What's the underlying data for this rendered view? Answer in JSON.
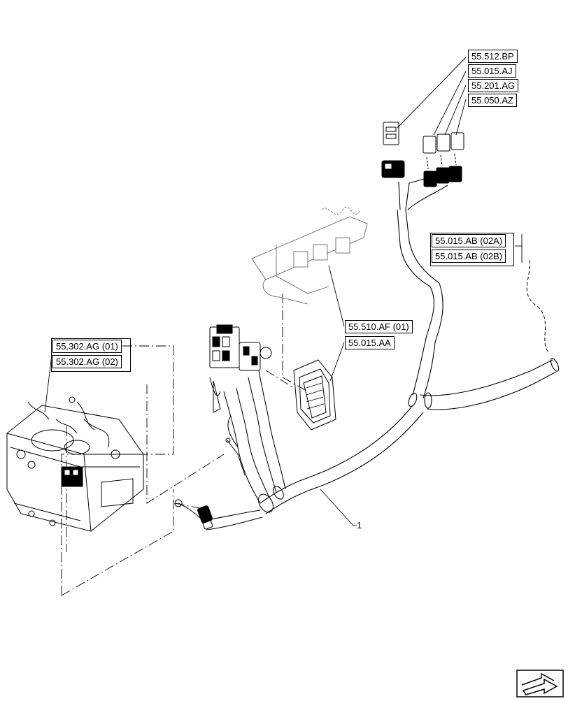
{
  "callouts": {
    "top_right": [
      "55.512.BP",
      "55.015.AJ",
      "55.201.AG",
      "55.050.AZ"
    ],
    "right_middle": [
      "55.015.AB (02A)",
      "55.015.AB (02B)"
    ],
    "center_upper": "55.510.AF (01)",
    "center_lower": "55.015.AA",
    "left": [
      "55.302.AG (01)",
      "55.302.AG (02)"
    ]
  },
  "item_number": "1",
  "icons": {
    "nav": "navigation-arrow-icon"
  }
}
